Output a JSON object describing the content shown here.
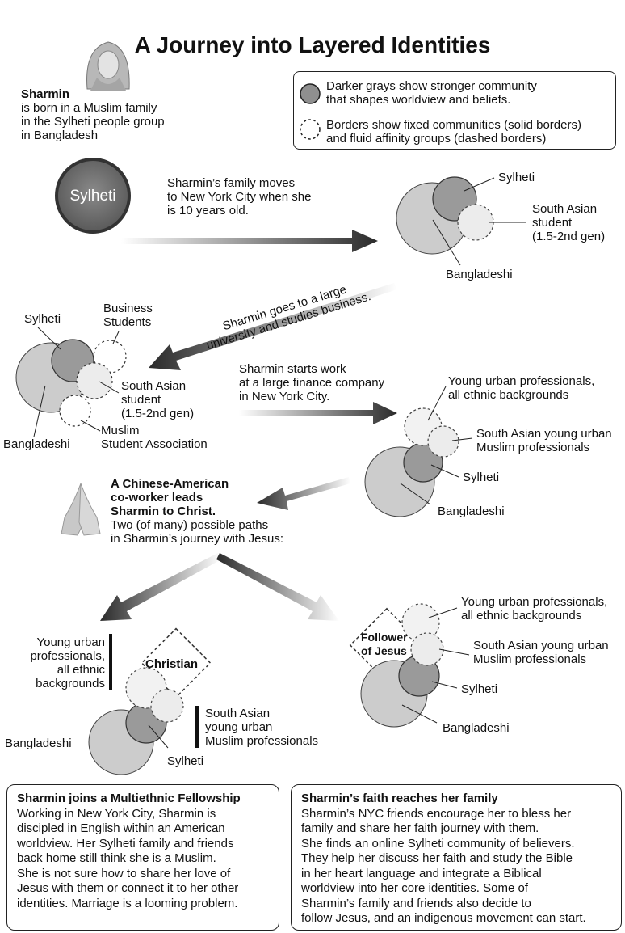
{
  "title": "A Journey into Layered Identities",
  "intro": {
    "name": "Sharmin",
    "text": [
      "is born in a Muslim family",
      "in the Sylheti people group",
      "in Bangladesh"
    ]
  },
  "legend": {
    "item1": [
      "Darker grays show stronger community",
      "that shapes worldview and beliefs."
    ],
    "item2": [
      "Borders show fixed communities (solid borders)",
      "and fluid affinity groups (dashed borders)"
    ]
  },
  "circles": {
    "sylheti_large": "Sylheti"
  },
  "steps": {
    "move": [
      "Sharmin’s family moves",
      "to New York City when she",
      "is 10 years old."
    ],
    "university": [
      "Sharmin goes to a large",
      "university and studies business."
    ],
    "work": [
      "Sharmin starts work",
      "at a large finance company",
      "in New York City."
    ],
    "christ_bold": [
      "A Chinese-American",
      "co-worker leads",
      "Sharmin to Christ."
    ],
    "christ_text": [
      "Two (of many) possible paths",
      "in Sharmin’s journey with Jesus:"
    ]
  },
  "labels": {
    "sylheti": "Sylheti",
    "south_asian_3": [
      "South Asian",
      "student",
      "(1.5-2nd gen)"
    ],
    "bangladeshi": "Bangladeshi",
    "business": [
      "Business",
      "Students"
    ],
    "msa": [
      "Muslim",
      "Student Association"
    ],
    "young_urban_2": [
      "Young urban professionals,",
      "all ethnic backgrounds"
    ],
    "sa_muslim_2": [
      "South Asian young urban",
      "Muslim professionals"
    ],
    "young_urban_4": [
      "Young urban",
      "professionals,",
      "all ethnic",
      "backgrounds"
    ],
    "sa_muslim_3": [
      "South Asian",
      "young urban",
      "Muslim professionals"
    ],
    "christian": "Christian",
    "follower": [
      "Follower",
      "of Jesus"
    ]
  },
  "boxes": {
    "left": {
      "title": "Sharmin joins a Multiethnic Fellowship",
      "lines": [
        "Working in New York City, Sharmin is",
        "discipled in English within an American",
        "worldview. Her Sylheti family and friends",
        "back home still think she is a Muslim.",
        "She is not sure how to share her love of",
        "Jesus with them or connect it to her other",
        "identities. Marriage is a looming problem."
      ]
    },
    "right": {
      "title": "Sharmin’s faith reaches her family",
      "lines": [
        "Sharmin’s NYC friends encourage her to bless her",
        "family and share her faith journey with them.",
        "She finds an online Sylheti community of believers.",
        "They help her discuss her faith and study the Bible",
        "in her heart language and integrate a Biblical",
        "worldview into her core identities. Some of",
        "Sharmin’s family and friends also decide to",
        "follow Jesus, and an indigenous movement can start."
      ]
    }
  },
  "icons": [
    "woman-portrait-icon",
    "praying-hands-icon"
  ],
  "colors": {
    "dark": "#5a5a5a",
    "mid": "#9a9a9a",
    "light": "#cfcfcf",
    "pale": "#ececec"
  }
}
